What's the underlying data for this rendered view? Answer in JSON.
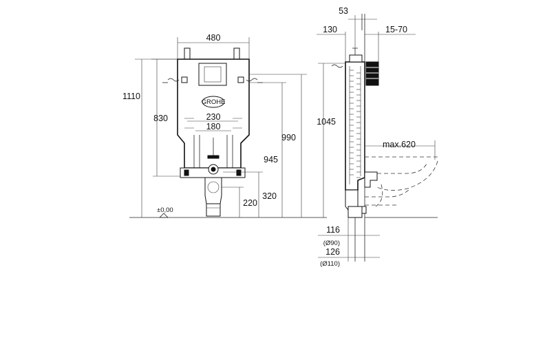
{
  "front_view": {
    "width_total": "480",
    "height_frame": "1110",
    "height_supply": "830",
    "spacing_outer": "230",
    "spacing_inner": "180",
    "height_flush": "990",
    "height_outlet": "945",
    "height_drain_top": "320",
    "height_drain_center": "220",
    "floor_level": "±0,00",
    "logo_text": "GROHE"
  },
  "side_view": {
    "offset_top": "53",
    "depth_frame": "130",
    "wall_range": "15-70",
    "height_supply": "1045",
    "bowl_projection": "max.620",
    "pipe_small": "116",
    "pipe_small_diameter": "(Ø90)",
    "pipe_large": "126",
    "pipe_large_diameter": "(Ø110)"
  }
}
